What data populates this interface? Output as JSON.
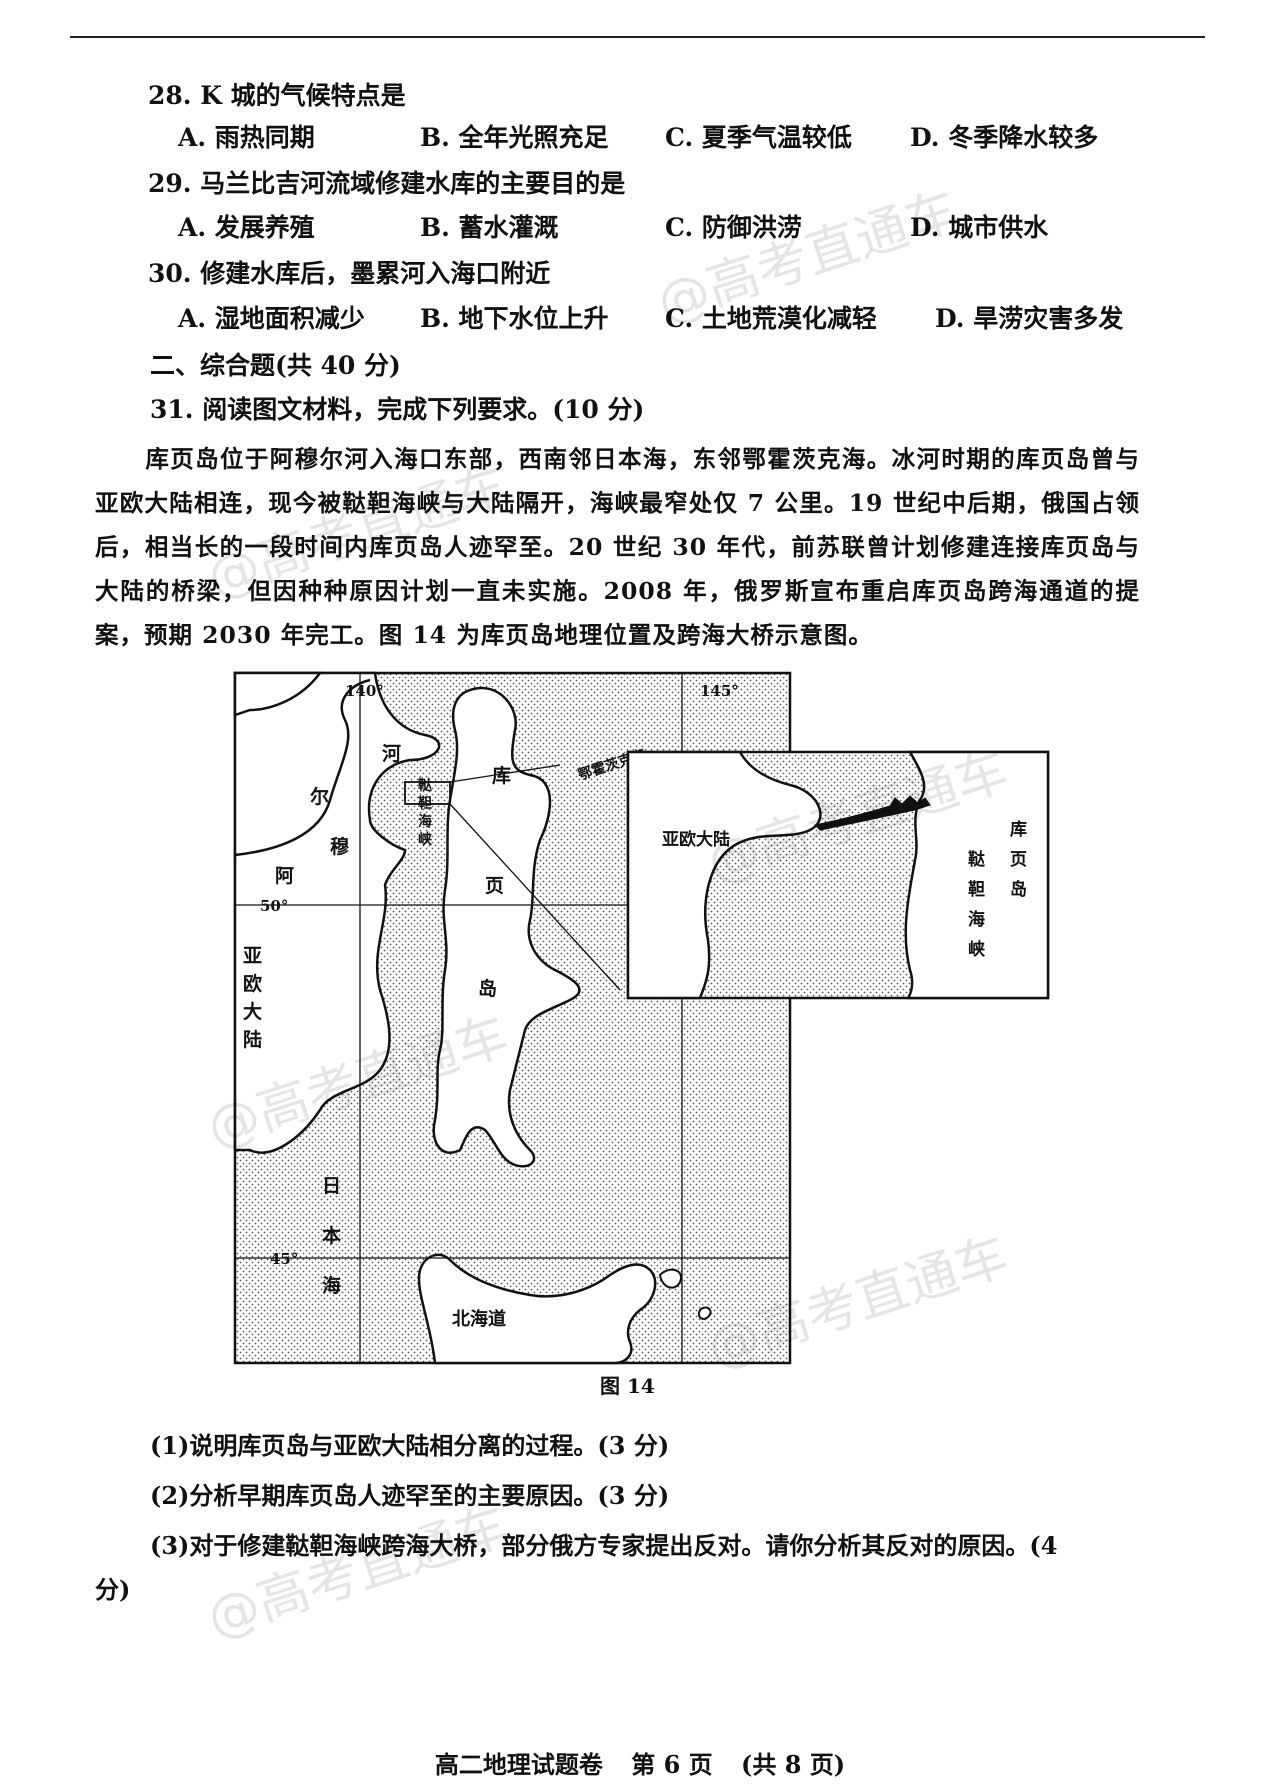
{
  "questions": {
    "q28": {
      "stem": "28. K 城的气候特点是",
      "options": [
        "A. 雨热同期",
        "B. 全年光照充足",
        "C. 夏季气温较低",
        "D. 冬季降水较多"
      ]
    },
    "q29": {
      "stem": "29. 马兰比吉河流域修建水库的主要目的是",
      "options": [
        "A. 发展养殖",
        "B. 蓄水灌溉",
        "C. 防御洪涝",
        "D. 城市供水"
      ]
    },
    "q30": {
      "stem": "30. 修建水库后，墨累河入海口附近",
      "options": [
        "A. 湿地面积减少",
        "B. 地下水位上升",
        "C. 土地荒漠化减轻",
        "D. 旱涝灾害多发"
      ]
    }
  },
  "section2": {
    "title": "二、综合题(共 40 分)"
  },
  "q31": {
    "stem": "31. 阅读图文材料，完成下列要求。(10 分)",
    "material": "库页岛位于阿穆尔河入海口东部，西南邻日本海，东邻鄂霍茨克海。冰河时期的库页岛曾与亚欧大陆相连，现今被鞑靼海峡与大陆隔开，海峡最窄处仅 7 公里。19 世纪中后期，俄国占领后，相当长的一段时间内库页岛人迹罕至。20 世纪 30 年代，前苏联曾计划修建连接库页岛与大陆的桥梁，但因种种原因计划一直未实施。2008 年，俄罗斯宣布重启库页岛跨海通道的提案，预期 2030 年完工。图 14 为库页岛地理位置及跨海大桥示意图。",
    "sub1": "(1)说明库页岛与亚欧大陆相分离的过程。(3 分)",
    "sub2": "(2)分析早期库页岛人迹罕至的主要原因。(3 分)",
    "sub3a": "(3)对于修建鞑靼海峡跨海大桥，部分俄方专家提出反对。请你分析其反对的原因。(4",
    "sub3b": "分)"
  },
  "figure": {
    "caption": "图 14",
    "lon_labels": [
      "140°",
      "145°"
    ],
    "lat_labels": [
      "50°",
      "45°"
    ],
    "labels": {
      "he": "河",
      "er": "尔",
      "mu": "穆",
      "a": "阿",
      "da1": "鞑",
      "da2": "靼",
      "hai": "海",
      "xia": "峡",
      "ku": "库",
      "ye": "页",
      "dao": "岛",
      "okhotsk": "鄂霍茨克海",
      "eurasia_v": [
        "亚",
        "欧",
        "大",
        "陆"
      ],
      "japan_sea_v": [
        "日",
        "本",
        "海"
      ],
      "hokkaido": "北海道"
    },
    "inset": {
      "eurasia": "亚欧大陆",
      "sakhalin_v": [
        "库",
        "页",
        "岛"
      ],
      "strait_v": [
        "鞑",
        "靼",
        "海",
        "峡"
      ]
    }
  },
  "watermark": "@高考直通车",
  "footer": {
    "title": "高二地理试题卷",
    "page": "第 6 页",
    "total": "(共 8 页)"
  }
}
